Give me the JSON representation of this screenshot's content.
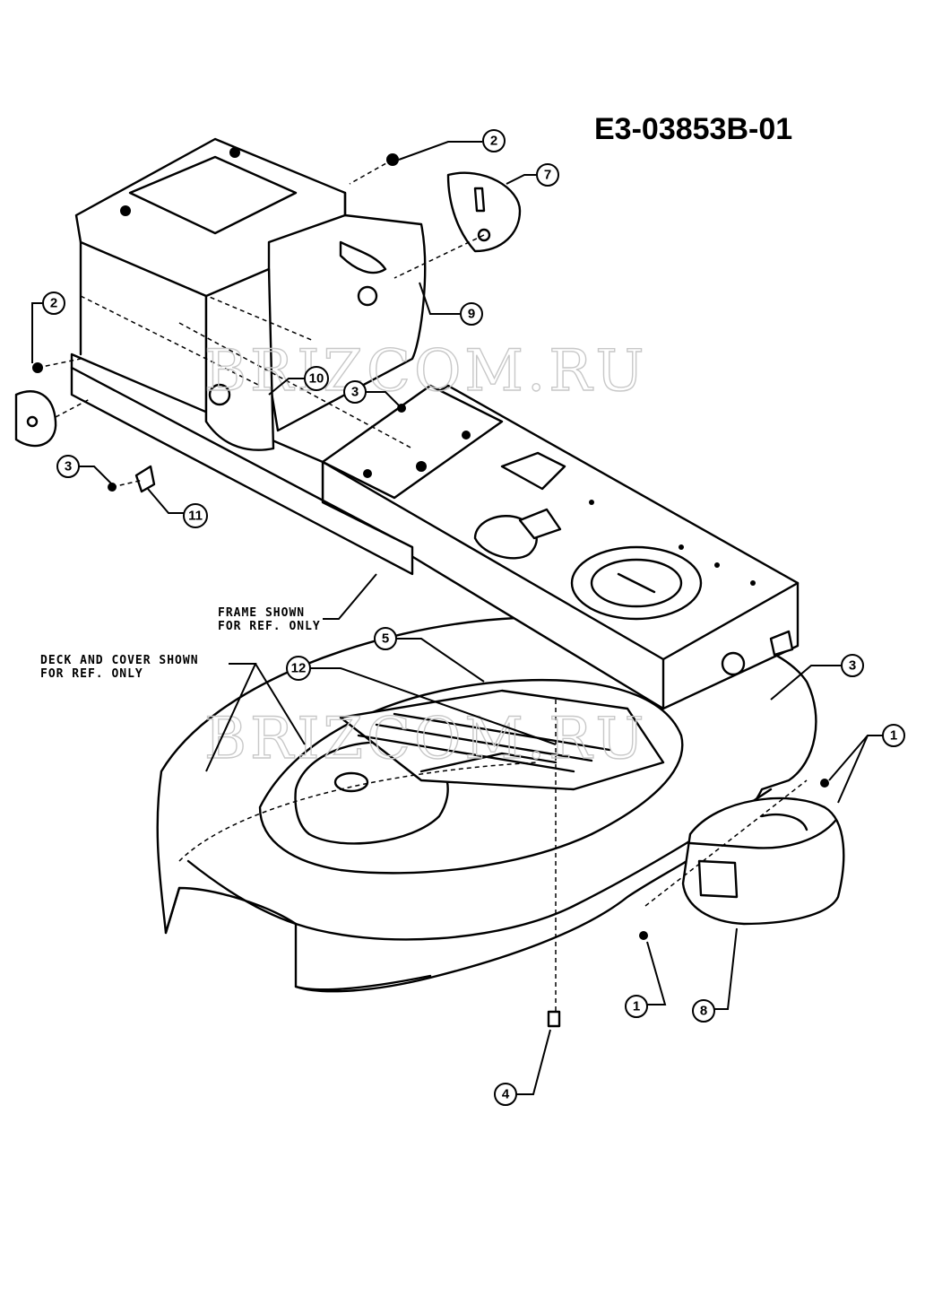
{
  "diagram_id": "E3-03853B-01",
  "watermark": "BRIZCOM.RU",
  "notes": {
    "frame": [
      "FRAME SHOWN",
      "FOR REF. ONLY"
    ],
    "deck": [
      "DECK AND COVER SHOWN",
      "FOR REF. ONLY"
    ]
  },
  "callouts": {
    "c2_top": "2",
    "c7": "7",
    "c9": "9",
    "c2_left": "2",
    "c10": "10",
    "c3_mid": "3",
    "c3_left": "3",
    "c11": "11",
    "c5": "5",
    "c12": "12",
    "c3_right": "3",
    "c1_right": "1",
    "c1_bottom": "1",
    "c8": "8",
    "c4": "4"
  }
}
